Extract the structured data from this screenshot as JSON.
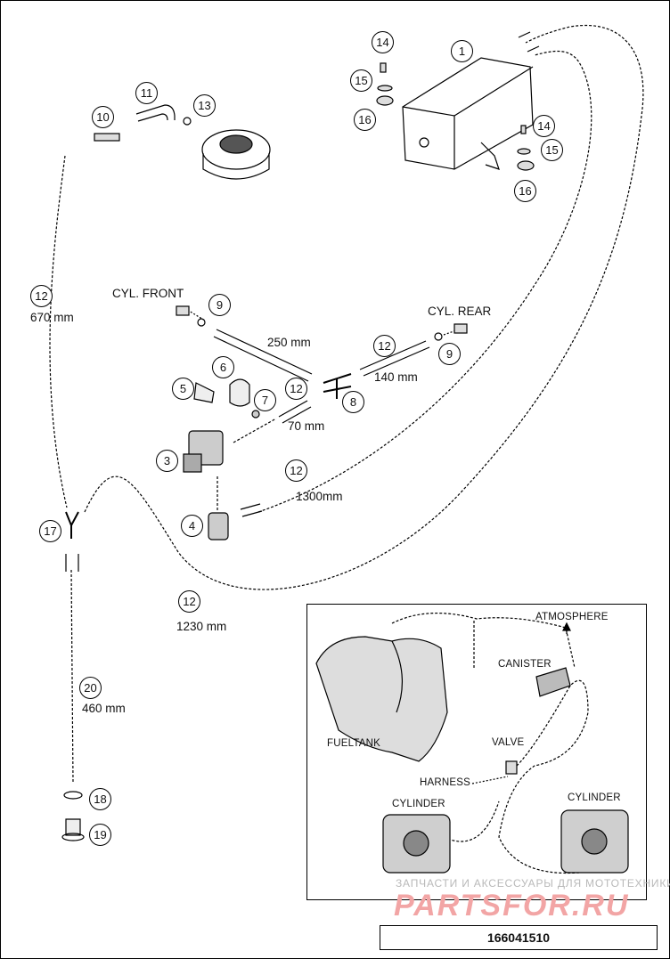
{
  "callouts": {
    "c1": "1",
    "c14a": "14",
    "c15a": "15",
    "c16a": "16",
    "c14b": "14",
    "c15b": "15",
    "c16b": "16",
    "c10": "10",
    "c11": "11",
    "c13": "13",
    "c12a": "12",
    "c9a": "9",
    "c9b": "9",
    "c12b": "12",
    "c6": "6",
    "c5": "5",
    "c7": "7",
    "c12c": "12",
    "c8": "8",
    "c3": "3",
    "c4": "4",
    "c12d": "12",
    "c17": "17",
    "c12e": "12",
    "c20": "20",
    "c18": "18",
    "c19": "19"
  },
  "labels": {
    "len_670": "670 mm",
    "cyl_front": "CYL. FRONT",
    "cyl_rear": "CYL. REAR",
    "len_250": "250 mm",
    "len_140": "140 mm",
    "len_70": "70 mm",
    "len_1300": "1300mm",
    "len_1230": "1230 mm",
    "len_460": "460 mm"
  },
  "inset": {
    "atmosphere": "ATMOSPHERE",
    "canister": "CANISTER",
    "fueltank": "FUELTANK",
    "valve": "VALVE",
    "harness": "HARNESS",
    "cylinder_left": "CYLINDER",
    "cylinder_right": "CYLINDER"
  },
  "watermark": {
    "line1": "ЗАПЧАСТИ И АКСЕССУАРЫ ДЛЯ МОТОТЕХНИКИ",
    "brand": "PARTSFOR.RU"
  },
  "doc_number": "166041510"
}
